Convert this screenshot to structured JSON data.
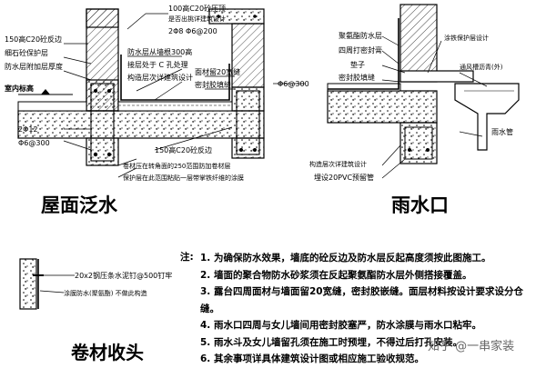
{
  "details": {
    "roof_flashing": {
      "title": "屋面泛水",
      "labels": {
        "wall_note_top_1": "100高C20砼压顶",
        "wall_note_top_2": "是否出挑详建筑设计",
        "wall_note_top_3": "2Φ8  Φ6@200",
        "left_1": "150高C20砼反边",
        "left_2": "细石砼保护层",
        "left_3": "防水层附加层厚度",
        "left_4": "室内标高",
        "left_5": "2Φ12",
        "left_6": "Φ6@300",
        "mid_1": "防水层从墙根300高",
        "mid_2": "接层处于 C 孔处理",
        "mid_3": "构造层次详建筑设计",
        "mid_4": "面材留20宽缝",
        "mid_5": "密封胶填缝",
        "mid_6": "Φ6@300",
        "bottom_1": "150高C20砼反边",
        "bottom_2": "卷材压在转角面的250范围防加卷材层",
        "bottom_3": "保护层在此范围粘贴一层带掌铁纤维的涂膜"
      }
    },
    "rain_outlet": {
      "title": "雨水口",
      "labels": {
        "r1": "聚氨酯防水层",
        "r2": "四周打密封膏",
        "r3": "垫子",
        "r4": "密封胶填缝",
        "r5": "涂铁保护层设计",
        "r6": "通风槽沥青(外)",
        "r7": "雨水管",
        "r8": "构造层次详建筑设计",
        "r9": "埋设20PVC预留管"
      }
    },
    "membrane_end": {
      "title": "卷材收头",
      "labels": {
        "m1": "20x2钢压条水泥钉@500钉牢",
        "m2": "涂膜防水(聚氨酯)  不做此构造"
      }
    }
  },
  "notes": {
    "prefix": "注:",
    "items": [
      "1. 为确保防水效果，墙底的砼反边及防水层反起高度须按此图施工。",
      "2. 墙面的聚合物防水砂浆须在反起聚氨酯防水层外侧搭接覆盖。",
      "3. 露台四周面材与墙面留20宽缝，密封胶嵌缝。面层材料按设计要求设分仓缝。",
      "4. 雨水口四周与女儿墙间用密封胶塞严，防水涂膜与雨水口粘牢。",
      "5. 雨水斗及女儿墙留孔须在施工时预埋，不得过后打孔安装。",
      "6. 其余事项详具体建筑设计图或相应施工验收规范。"
    ]
  },
  "watermark": "知乎 @一串家装"
}
